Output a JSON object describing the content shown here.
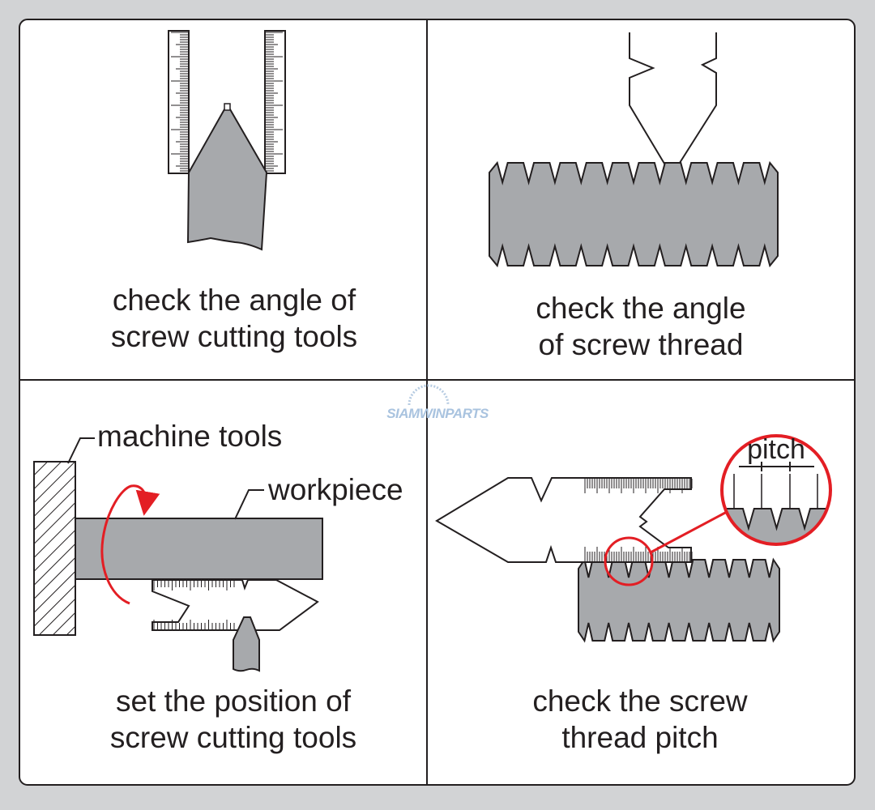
{
  "watermark": "SIAMWINPARTS",
  "panels": {
    "top_left": {
      "caption_line1": "check the angle of",
      "caption_line2": "screw cutting tools"
    },
    "top_right": {
      "caption_line1": "check the angle",
      "caption_line2": "of screw thread"
    },
    "bottom_left": {
      "caption_line1": "set the position of",
      "caption_line2": "screw cutting tools",
      "label_machine": "machine tools",
      "label_workpiece": "workpiece"
    },
    "bottom_right": {
      "caption_line1": "check the screw",
      "caption_line2": "thread pitch",
      "label_pitch": "pitch"
    }
  },
  "colors": {
    "metal": "#a7a9ac",
    "highlight": "#e31e24",
    "frame": "#231f20",
    "background": "#d2d3d5"
  }
}
